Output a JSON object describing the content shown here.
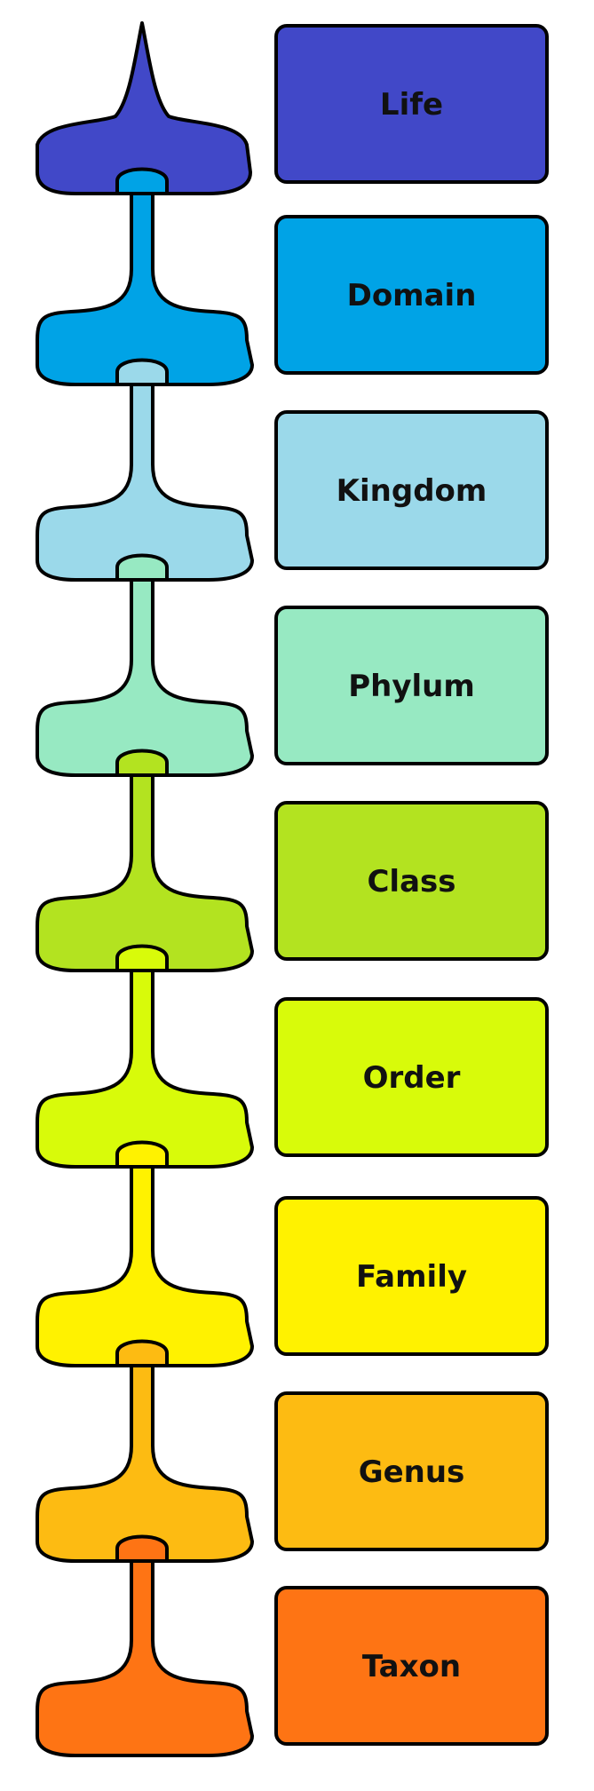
{
  "ranks": [
    {
      "label": "Life",
      "color": "#4148c8"
    },
    {
      "label": "Domain",
      "color": "#00a3e6"
    },
    {
      "label": "Kingdom",
      "color": "#9bd9ea"
    },
    {
      "label": "Phylum",
      "color": "#97e9c2"
    },
    {
      "label": "Class",
      "color": "#b3e320"
    },
    {
      "label": "Order",
      "color": "#d8fb0a"
    },
    {
      "label": "Family",
      "color": "#fff200"
    },
    {
      "label": "Genus",
      "color": "#fdbb12"
    },
    {
      "label": "Taxon",
      "color": "#fe7414"
    }
  ]
}
